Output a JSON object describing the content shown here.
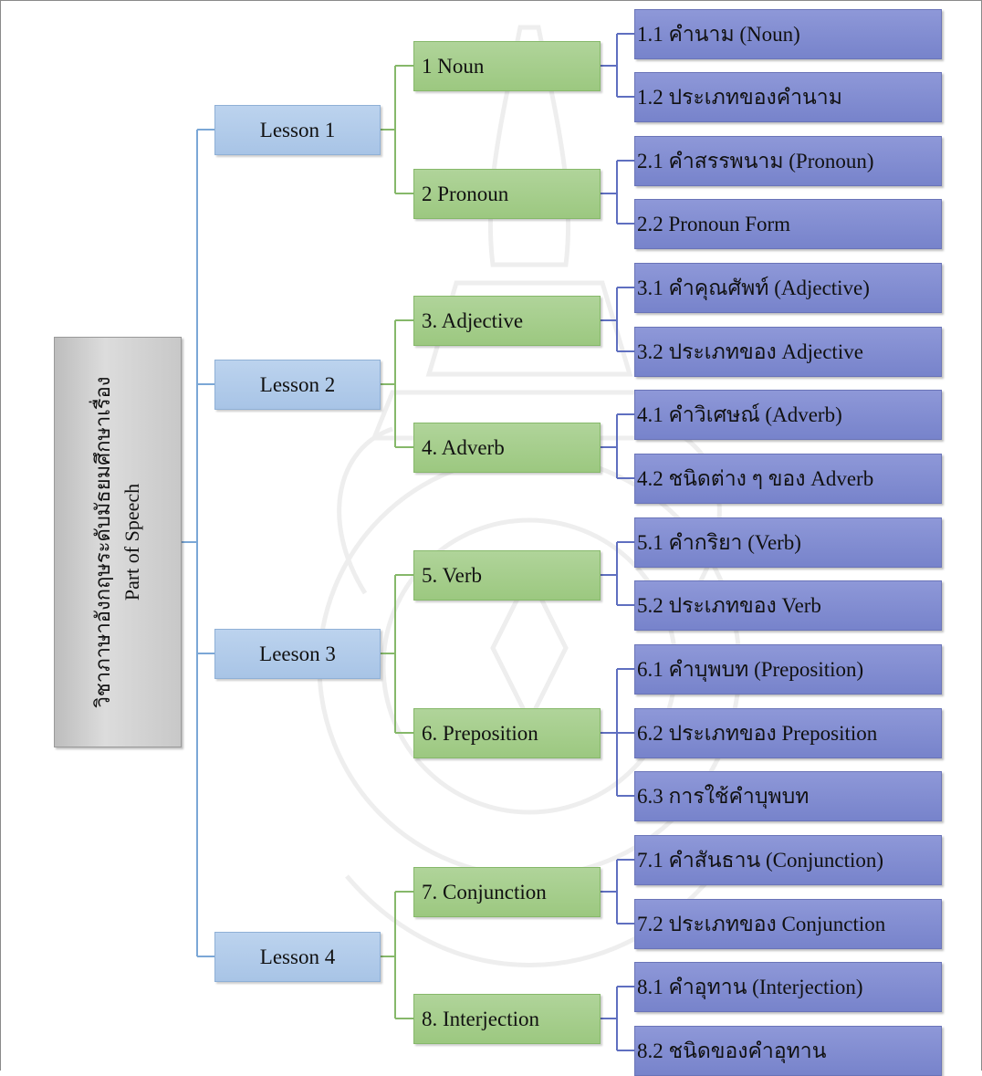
{
  "root": {
    "line1": "วิชาภาษาอังกฤษระดับมัธยมศึกษาเรื่อง",
    "line2": "Part of Speech"
  },
  "lessons": [
    "Lesson 1",
    "Lesson 2",
    "Leeson 3",
    "Lesson 4"
  ],
  "topics": [
    "1 Noun",
    "2 Pronoun",
    "3. Adjective",
    "4. Adverb",
    "5. Verb",
    "6. Preposition",
    "7. Conjunction",
    "8. Interjection"
  ],
  "subtopics": [
    "1.1 คำนาม (Noun)",
    "1.2 ประเภทของคำนาม",
    "2.1 คำสรรพนาม (Pronoun)",
    "2.2 Pronoun Form",
    "3.1 คำคุณศัพท์ (Adjective)",
    "3.2 ประเภทของ Adjective",
    "4.1 คำวิเศษณ์ (Adverb)",
    "4.2 ชนิดต่าง ๆ ของ Adverb",
    "5.1 คำกริยา (Verb)",
    "5.2 ประเภทของ Verb",
    "6.1 คำบุพบท (Preposition)",
    "6.2 ประเภทของ Preposition",
    "6.3 การใช้คำบุพบท",
    "7.1 คำสันธาน (Conjunction)",
    "7.2 ประเภทของ Conjunction",
    "8.1 คำอุทาน (Interjection)",
    "8.2 ชนิดของคำอุทาน"
  ],
  "colors": {
    "lesson_line": "#7ba7d6",
    "topic_line": "#86b86a",
    "sub_line": "#5f6fc0"
  }
}
